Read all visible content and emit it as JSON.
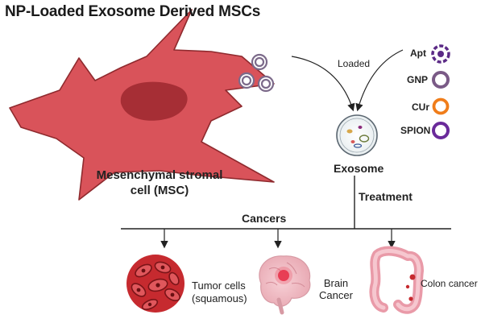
{
  "title": "NP-Loaded Exosome Derived MSCs",
  "cell": {
    "label_line1": "Mesenchymal stromal",
    "label_line2": "cell (MSC)"
  },
  "flow": {
    "loaded": "Loaded",
    "exosome": "Exosome",
    "treatment": "Treatment",
    "cancers": "Cancers"
  },
  "nanoparticles": [
    {
      "label": "Apt",
      "color": "#5b2a86",
      "icon": "aptamer-icon"
    },
    {
      "label": "GNP",
      "color": "#7a5a86",
      "icon": "gold-nanoparticle-icon"
    },
    {
      "label": "CUr",
      "color": "#f07d1a",
      "icon": "curcumin-icon"
    },
    {
      "label": "SPION",
      "color": "#6a2a9a",
      "icon": "spion-icon"
    }
  ],
  "cancers": [
    {
      "label_line1": "Tumor cells",
      "label_line2": "(squamous)",
      "icon": "tumor-cells-icon"
    },
    {
      "label_line1": "Brain",
      "label_line2": "Cancer",
      "icon": "brain-icon"
    },
    {
      "label_line1": "Colon cancer",
      "label_line2": "",
      "icon": "colon-icon"
    }
  ],
  "colors": {
    "cell_fill": "#d9535a",
    "cell_stroke": "#8f2a2e",
    "nucleus": "#a62e35",
    "line": "#222222"
  }
}
